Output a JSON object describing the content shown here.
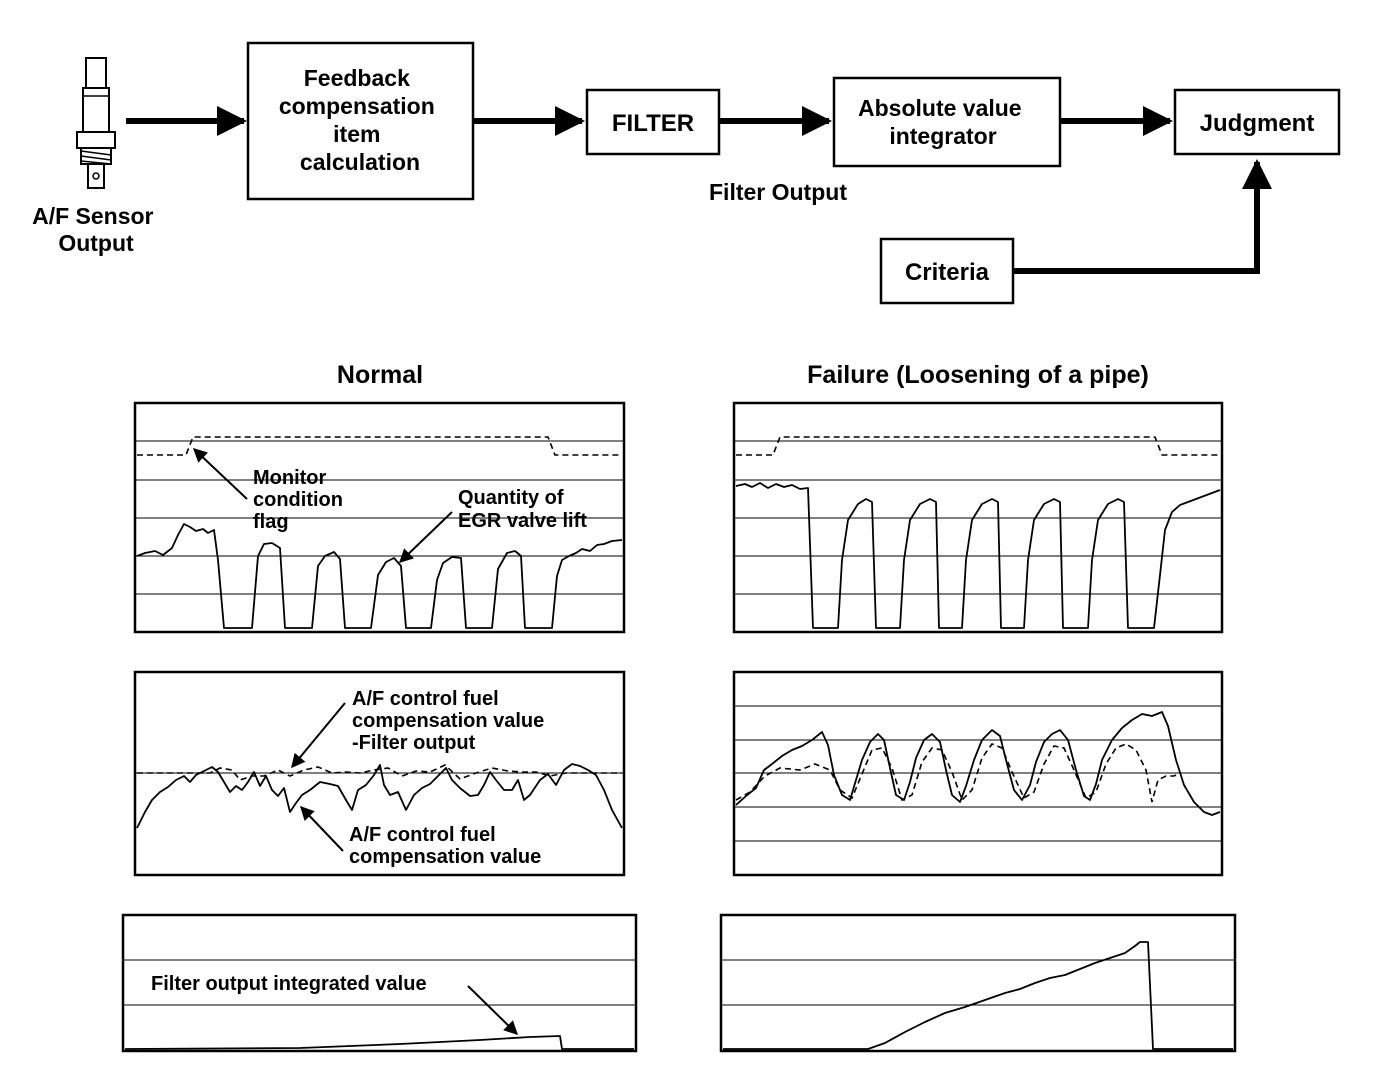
{
  "flow": {
    "sensor_label": [
      "A/F Sensor",
      "Output"
    ],
    "feedback_box": [
      "Feedback",
      "compensation",
      "item",
      "calculation"
    ],
    "filter_box": "FILTER",
    "filter_output_label": "Filter Output",
    "integrator_box": [
      "Absolute value",
      "integrator"
    ],
    "judgment_box": "Judgment",
    "criteria_box": "Criteria"
  },
  "panels": {
    "normal_title": "Normal",
    "failure_title": "Failure (Loosening of a pipe)",
    "annotations": {
      "monitor_flag": [
        "Monitor",
        "condition",
        "flag"
      ],
      "egr_lift": [
        "Quantity of",
        "EGR valve lift"
      ],
      "fuel_comp_filter": [
        "A/F control fuel",
        "compensation value",
        "-Filter output"
      ],
      "fuel_comp": [
        "A/F control fuel",
        "compensation value"
      ],
      "integrated": "Filter output integrated value"
    }
  }
}
